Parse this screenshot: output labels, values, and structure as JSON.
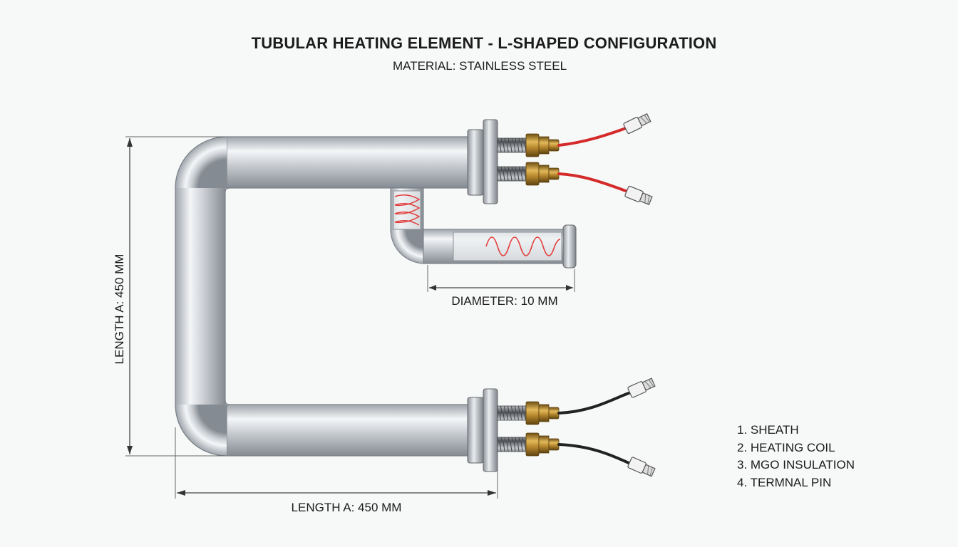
{
  "diagram": {
    "title": "TUBULAR HEATING ELEMENT - L-SHAPED CONFIGURATION",
    "subtitle": "MATERIAL: STAINLESS STEEL",
    "dimensions": {
      "vertical_length": "LENGTH A: 450 MM",
      "horizontal_length": "LENGTH A: 450 MM",
      "diameter": "DIAMETER: 10 MM"
    },
    "legend": [
      "1. SHEATH",
      "2. HEATING COIL",
      "3. MGO INSULATION",
      "4. TERMNAL PIN"
    ],
    "colors": {
      "tube": "#c9cdd2",
      "tube_highlight": "#f4f6f8",
      "brass": "#b8892f",
      "wire_red": "#d42a2a",
      "wire_black": "#222222",
      "coil": "#e23b3b"
    }
  }
}
